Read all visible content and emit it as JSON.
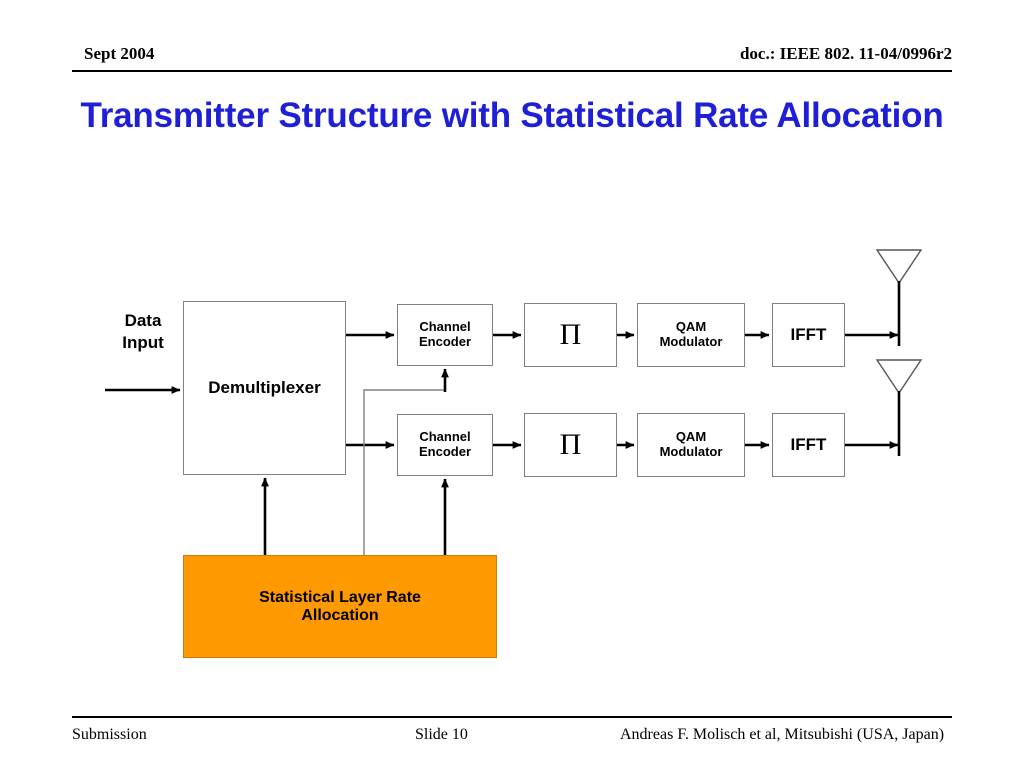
{
  "header": {
    "date": "Sept 2004",
    "doc": "doc.: IEEE 802. 11-04/0996r2"
  },
  "title": "Transmitter Structure with Statistical Rate Allocation",
  "diagram": {
    "input_label": "Data\nInput",
    "input_label_line1": "Data",
    "input_label_line2": "Input",
    "blocks": {
      "demultiplexer": "Demultiplexer",
      "channel_encoder_1_line1": "Channel",
      "channel_encoder_1_line2": "Encoder",
      "channel_encoder_2_line1": "Channel",
      "channel_encoder_2_line2": "Encoder",
      "interleaver_1": "Π",
      "interleaver_2": "Π",
      "qam_modulator_1_line1": "QAM",
      "qam_modulator_1_line2": "Modulator",
      "qam_modulator_2_line1": "QAM",
      "qam_modulator_2_line2": "Modulator",
      "ifft_1": "IFFT",
      "ifft_2": "IFFT",
      "allocation_line1": "Statistical Layer Rate",
      "allocation_line2": "Allocation"
    },
    "colors": {
      "allocation_fill": "#ff9900",
      "block_stroke": "#808080",
      "arrow": "#000000",
      "thin_control_line": "#808080",
      "title_blue": "#1f1fd6"
    },
    "antennas": 2
  },
  "footer": {
    "left": "Submission",
    "center": "Slide 10",
    "right": "Andreas F. Molisch et al, Mitsubishi (USA, Japan)"
  }
}
